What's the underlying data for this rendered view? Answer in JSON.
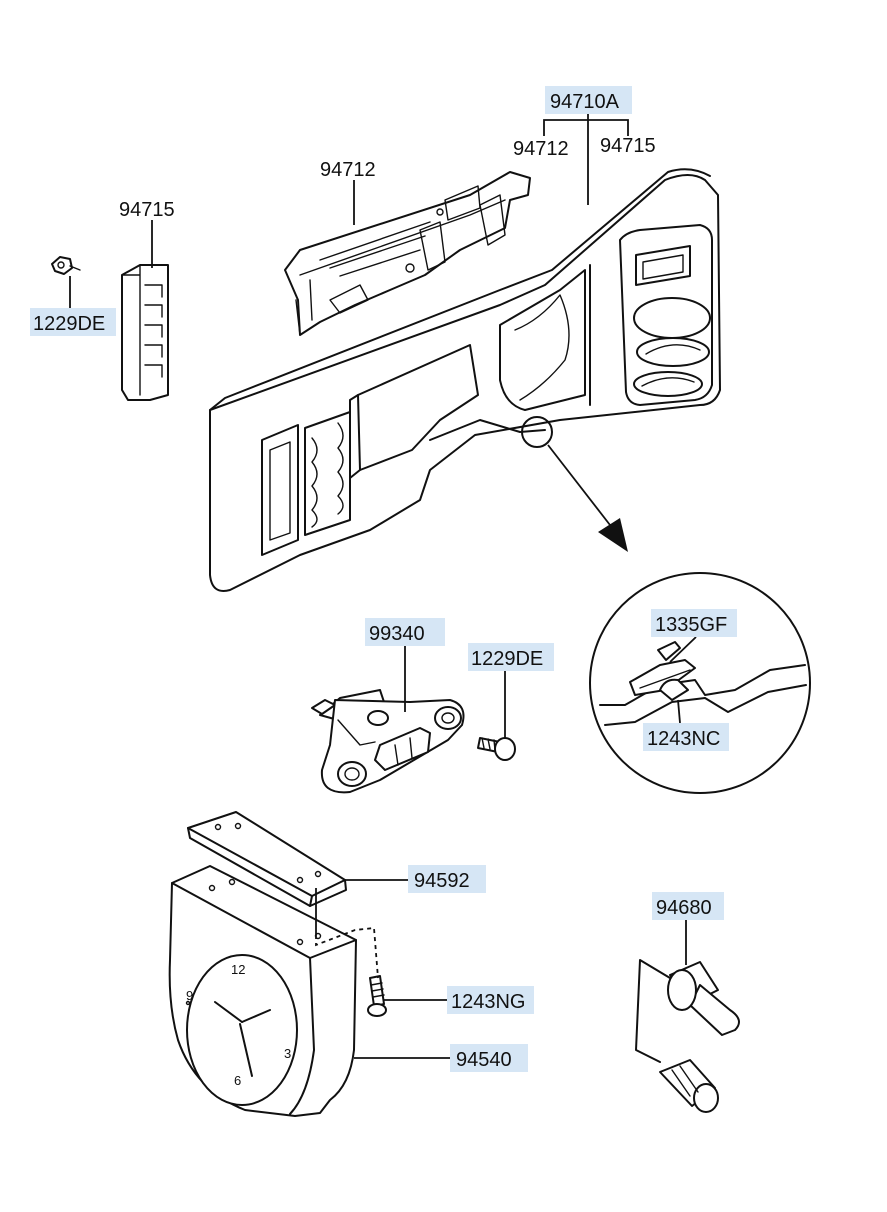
{
  "labels": {
    "assembly": "94710A",
    "assembly_left": "94712",
    "assembly_right": "94715",
    "holder": "94712",
    "switch_panel": "94715",
    "screw_left": "1229DE",
    "switch": "99340",
    "screw_switch": "1229DE",
    "clip": "1335GF",
    "nut": "1243NC",
    "plate": "94592",
    "screw_clock": "1243NG",
    "clock": "94540",
    "bulb_socket": "94680"
  },
  "clock_face": {
    "numbers": [
      "12",
      "3",
      "6",
      "9"
    ]
  },
  "colors": {
    "highlight": "#d6e6f5",
    "line": "#111111",
    "background": "#ffffff"
  }
}
